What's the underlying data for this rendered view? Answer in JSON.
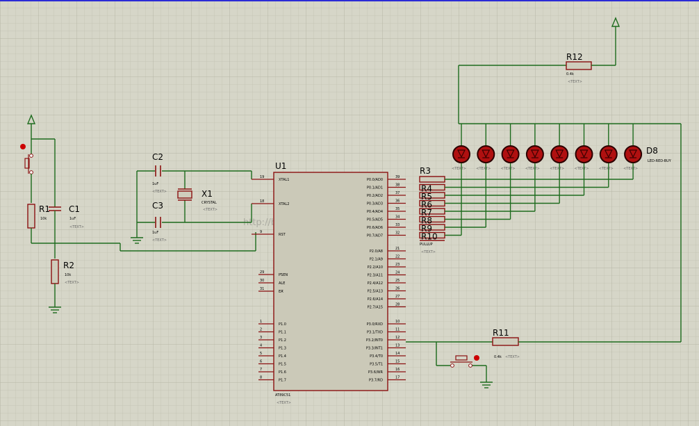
{
  "colors": {
    "background": "#d6d6c8",
    "grid_minor": "#c5c5b6",
    "grid_major": "#b6b6a6",
    "wire": "#1d6b1d",
    "component": "#8b1010",
    "chip_body": "#cbc9b8",
    "led_fill": "#b01010"
  },
  "icons": {
    "power": "power-terminal-arrow-icon",
    "ground": "ground-symbol-icon",
    "switch": "push-button-icon",
    "led": "led-diode-icon"
  },
  "watermark": "http://blog.csdn.net/...1058",
  "components": {
    "u1": {
      "ref": "U1",
      "part": "AT89C51",
      "text": "<TEXT>"
    },
    "c1": {
      "ref": "C1",
      "value": "1uF",
      "text": "<TEXT>"
    },
    "c2": {
      "ref": "C2",
      "value": "1uF",
      "text": "<TEXT>"
    },
    "c3": {
      "ref": "C3",
      "value": "1uF",
      "text": "<TEXT>"
    },
    "x1": {
      "ref": "X1",
      "value": "CRYSTAL",
      "text": "<TEXT>"
    },
    "r1": {
      "ref": "R1",
      "value": "10k",
      "text": "<TEXT>"
    },
    "r2": {
      "ref": "R2",
      "value": "10k",
      "text": "<TEXT>"
    },
    "r11": {
      "ref": "R11",
      "value": "0.4k",
      "text": "<TEXT>"
    },
    "r12": {
      "ref": "R12",
      "value": "0.4k",
      "text": "<TEXT>"
    },
    "d8": {
      "ref": "D8",
      "value": "LED-RED-BUY",
      "text": "<TEXT>"
    },
    "rp": {
      "refs": [
        "R3",
        "R4",
        "R5",
        "R6",
        "R7",
        "R8",
        "R9",
        "R10"
      ],
      "value": "PULLUP",
      "text": "<TEXT>"
    }
  },
  "u1_pins": {
    "left_top": [
      {
        "num": "19",
        "name": "XTAL1"
      },
      {
        "num": "18",
        "name": "XTAL2"
      },
      {
        "num": "9",
        "name": "RST"
      }
    ],
    "left_ctrl": [
      {
        "num": "29",
        "name": "PSEN"
      },
      {
        "num": "30",
        "name": "ALE"
      },
      {
        "num": "31",
        "name": "EA"
      }
    ],
    "left_p1": [
      {
        "num": "1",
        "name": "P1.0"
      },
      {
        "num": "2",
        "name": "P1.1"
      },
      {
        "num": "3",
        "name": "P1.2"
      },
      {
        "num": "4",
        "name": "P1.3"
      },
      {
        "num": "5",
        "name": "P1.4"
      },
      {
        "num": "6",
        "name": "P1.5"
      },
      {
        "num": "7",
        "name": "P1.6"
      },
      {
        "num": "8",
        "name": "P1.7"
      }
    ],
    "right_p0": [
      {
        "num": "39",
        "name": "P0.0/AD0"
      },
      {
        "num": "38",
        "name": "P0.1/AD1"
      },
      {
        "num": "37",
        "name": "P0.2/AD2"
      },
      {
        "num": "36",
        "name": "P0.3/AD3"
      },
      {
        "num": "35",
        "name": "P0.4/AD4"
      },
      {
        "num": "34",
        "name": "P0.5/AD5"
      },
      {
        "num": "33",
        "name": "P0.6/AD6"
      },
      {
        "num": "32",
        "name": "P0.7/AD7"
      }
    ],
    "right_p2": [
      {
        "num": "21",
        "name": "P2.0/A8"
      },
      {
        "num": "22",
        "name": "P2.1/A9"
      },
      {
        "num": "23",
        "name": "P2.2/A10"
      },
      {
        "num": "24",
        "name": "P2.3/A11"
      },
      {
        "num": "25",
        "name": "P2.4/A12"
      },
      {
        "num": "26",
        "name": "P2.5/A13"
      },
      {
        "num": "27",
        "name": "P2.6/A14"
      },
      {
        "num": "28",
        "name": "P2.7/A15"
      }
    ],
    "right_p3": [
      {
        "num": "10",
        "name": "P3.0/RXD"
      },
      {
        "num": "11",
        "name": "P3.1/TXD"
      },
      {
        "num": "12",
        "name": "P3.2/INT0"
      },
      {
        "num": "13",
        "name": "P3.3/INT1"
      },
      {
        "num": "14",
        "name": "P3.4/T0"
      },
      {
        "num": "15",
        "name": "P3.5/T1"
      },
      {
        "num": "16",
        "name": "P3.6/WR"
      },
      {
        "num": "17",
        "name": "P3.7/RD"
      }
    ]
  }
}
